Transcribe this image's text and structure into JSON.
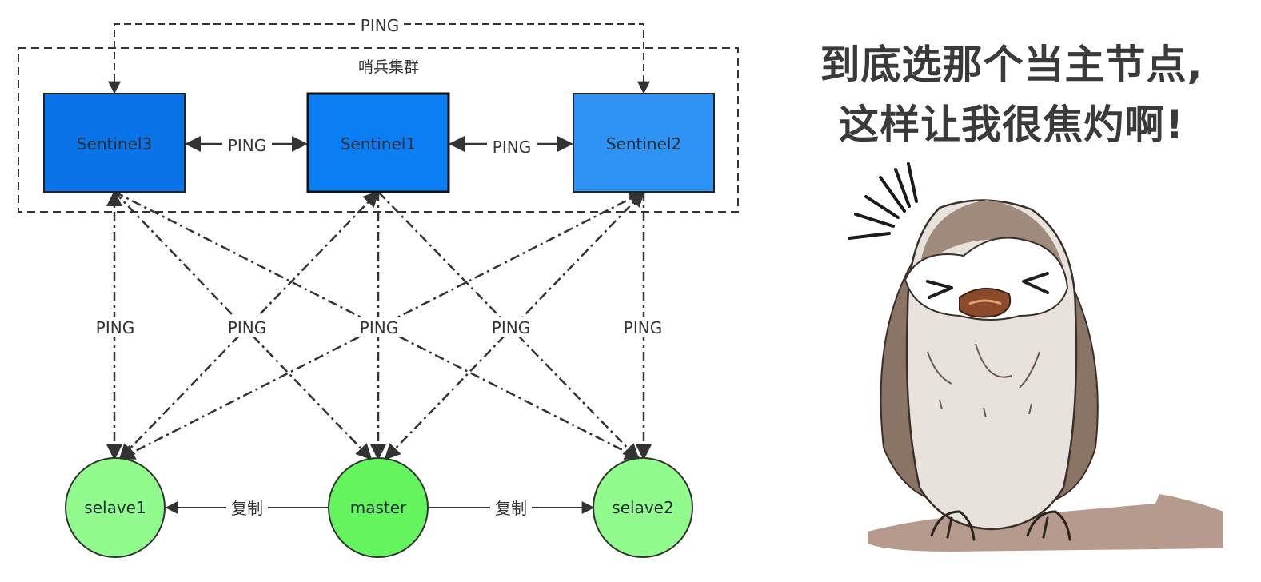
{
  "diagram": {
    "cluster_label": "哨兵集群",
    "top_ping_label": "PING",
    "sentinels": [
      {
        "id": "sentinel3",
        "label": "Sentinel3",
        "color": "#0a73e8"
      },
      {
        "id": "sentinel1",
        "label": "Sentinel1",
        "color": "#0a7ff5"
      },
      {
        "id": "sentinel2",
        "label": "Sentinel2",
        "color": "#2f93f5"
      }
    ],
    "sentinel_links": [
      {
        "label": "PING"
      },
      {
        "label": "PING"
      }
    ],
    "vertical_ping_labels": [
      "PING",
      "PING",
      "PING",
      "PING",
      "PING"
    ],
    "nodes": [
      {
        "id": "selave1",
        "label": "selave1",
        "color": "#92fb8d"
      },
      {
        "id": "master",
        "label": "master",
        "color": "#64f55e"
      },
      {
        "id": "selave2",
        "label": "selave2",
        "color": "#92fb8d"
      }
    ],
    "replication_links": [
      {
        "label": "复制"
      },
      {
        "label": "复制"
      }
    ]
  },
  "meme": {
    "line1": "到底选那个当主节点,",
    "line2": "这样让我很焦灼啊!"
  }
}
